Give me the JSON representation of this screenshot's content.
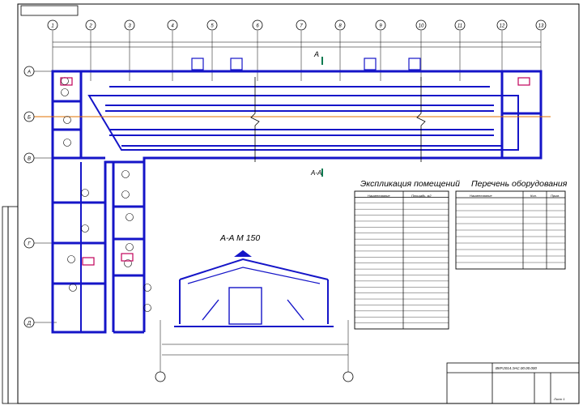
{
  "drawing": {
    "axes_top": [
      "1",
      "2",
      "3",
      "4",
      "5",
      "6",
      "7",
      "8",
      "9",
      "10",
      "11",
      "12",
      "13"
    ],
    "axes_left": [
      "А",
      "Б",
      "В",
      "Г",
      "Д"
    ],
    "section_cut_label": "А",
    "section_label_bottom": "A-A",
    "section_title": "A-A  M 150"
  },
  "explication": {
    "title": "Экспликация помещений",
    "col_name": "Наименование",
    "col_area": "Площадь, м2",
    "rows_count": 22
  },
  "equipment": {
    "title": "Перечень оборудования",
    "col_name": "Наименование",
    "col_qty": "Кол.",
    "col_note": "Прим.",
    "rows_count": 11
  },
  "stamp": {
    "doc_code": "ВКР.2014.ЭАС.00.00.000",
    "sheet": "Лист 1"
  }
}
